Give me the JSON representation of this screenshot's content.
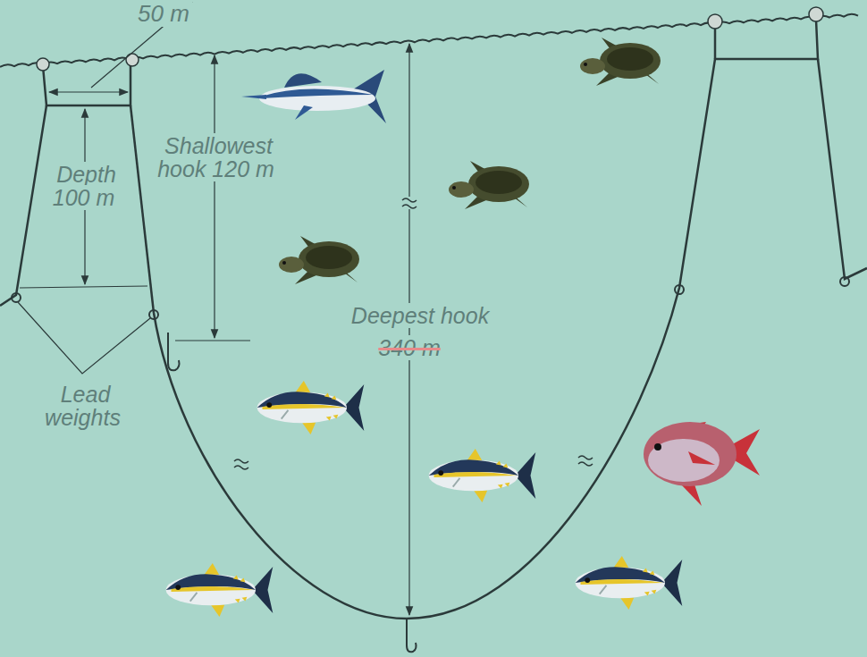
{
  "diagram": {
    "labels": [
      "50 m",
      "Depth 100 m",
      "Shallowest hook 120 m",
      "Deepest hook",
      "340 m",
      "Lead weights"
    ]
  }
}
